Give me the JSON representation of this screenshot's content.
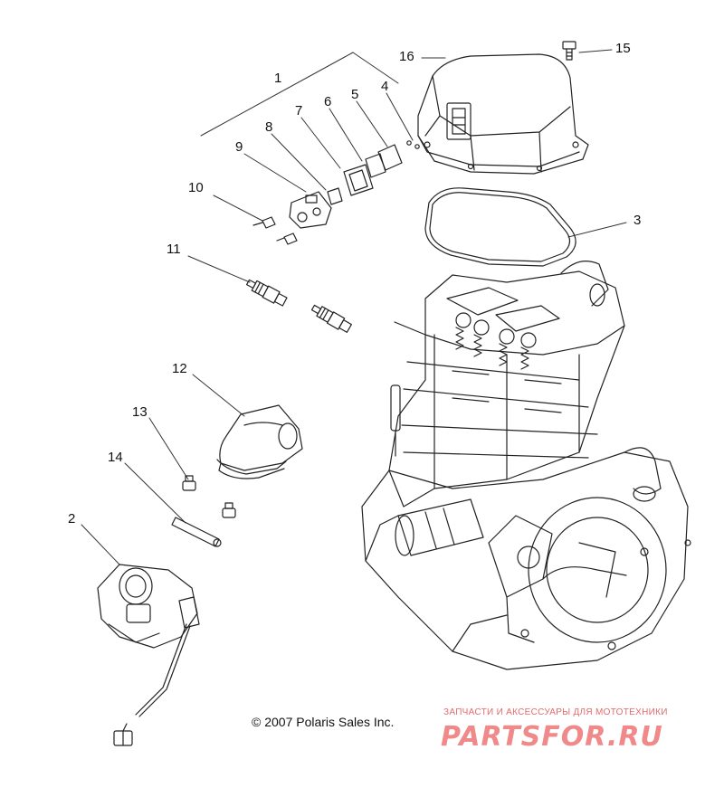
{
  "diagram": {
    "callouts": [
      "1",
      "2",
      "3",
      "4",
      "5",
      "6",
      "7",
      "8",
      "9",
      "10",
      "11",
      "12",
      "13",
      "14",
      "15",
      "16"
    ],
    "copyright": "© 2007 Polaris Sales Inc.",
    "watermark": {
      "tagline": "ЗАПЧАСТИ И АКСЕССУАРЫ ДЛЯ МОТОТЕХНИКИ",
      "logo": "PARTSFOR.RU"
    }
  }
}
